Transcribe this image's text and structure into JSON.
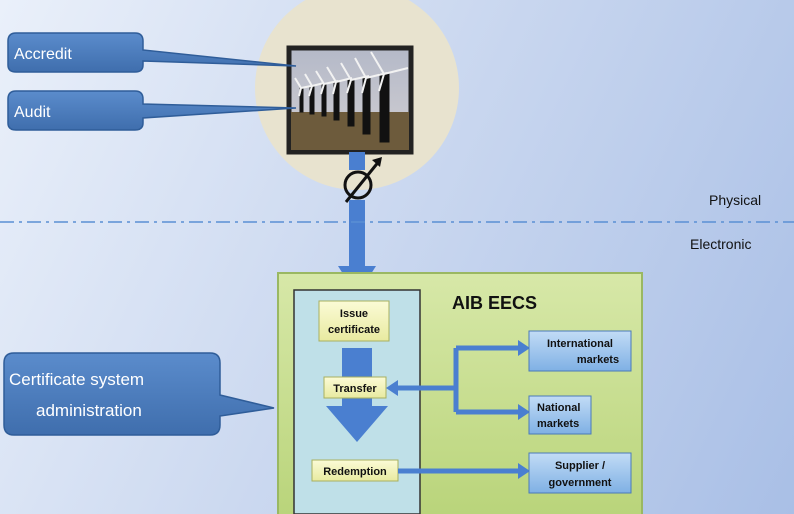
{
  "callouts": {
    "accredit": "Accredit",
    "audit": "Audit",
    "certificate_admin_line1": "Certificate system",
    "certificate_admin_line2": "administration"
  },
  "divider": {
    "physical": "Physical",
    "electronic": "Electronic"
  },
  "system": {
    "title": "AIB EECS",
    "issue_line1": "Issue",
    "issue_line2": "certificate",
    "transfer": "Transfer",
    "redemption": "Redemption"
  },
  "markets": {
    "international_line1": "International",
    "international_line2": "markets",
    "national_line1": "National",
    "national_line2": "markets",
    "supplier_line1": "Supplier /",
    "supplier_line2": "government"
  },
  "colors": {
    "arrow": "#4a7fd0",
    "callout": "#4f81bd",
    "system_box": "#c6dd8e",
    "inner_panel": "#bfe0e8",
    "step_box": "#f4f4b8",
    "market_box": "#9cc3ee"
  },
  "icons": {
    "photo": "wind-turbines-photo",
    "meter": "meter-symbol-icon"
  }
}
